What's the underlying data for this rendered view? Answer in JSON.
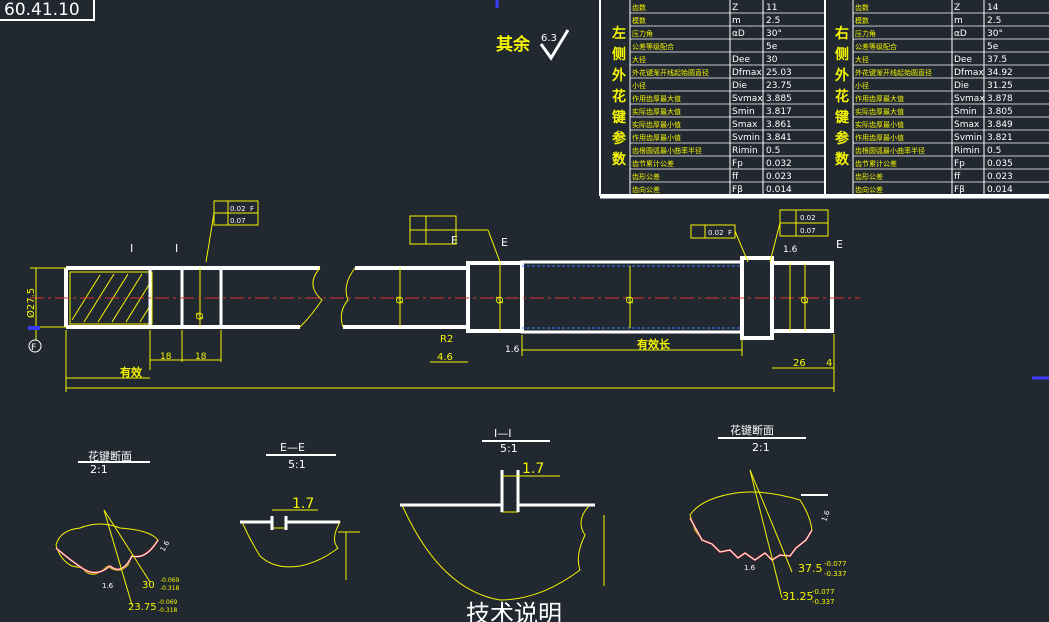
{
  "drawing_number": "60.41.10",
  "roughness": {
    "label": "其余",
    "value": "6.3"
  },
  "left_table": {
    "title_chars": [
      "左",
      "侧",
      "外",
      "花",
      "键",
      "参",
      "数"
    ],
    "rows": [
      {
        "name": "齿数",
        "sym": "Z",
        "val": "11"
      },
      {
        "name": "模数",
        "sym": "m",
        "val": "2.5"
      },
      {
        "name": "压力角",
        "sym": "αD",
        "val": "30°"
      },
      {
        "name": "公差等级配合",
        "sym": "",
        "val": "5e"
      },
      {
        "name": "大径",
        "sym": "Dee",
        "val": "30"
      },
      {
        "name": "外花键渐开线起始圆直径",
        "sym": "Dfmax",
        "val": "25.03"
      },
      {
        "name": "小径",
        "sym": "Die",
        "val": "23.75"
      },
      {
        "name": "作用齿厚最大值",
        "sym": "Svmax",
        "val": "3.885"
      },
      {
        "name": "实际齿厚最大值",
        "sym": "Smin",
        "val": "3.817"
      },
      {
        "name": "实际齿厚最小值",
        "sym": "Smax",
        "val": "3.861"
      },
      {
        "name": "作用齿厚最小值",
        "sym": "Svmin",
        "val": "3.841"
      },
      {
        "name": "齿根圆弧最小曲率半径",
        "sym": "Rimin",
        "val": "0.5"
      },
      {
        "name": "齿节累计公差",
        "sym": "Fp",
        "val": "0.032"
      },
      {
        "name": "齿形公差",
        "sym": "ff",
        "val": "0.023"
      },
      {
        "name": "齿向公差",
        "sym": "Fβ",
        "val": "0.014"
      }
    ]
  },
  "right_table": {
    "title_chars": [
      "右",
      "侧",
      "外",
      "花",
      "键",
      "参",
      "数"
    ],
    "rows": [
      {
        "name": "齿数",
        "sym": "Z",
        "val": "14"
      },
      {
        "name": "模数",
        "sym": "m",
        "val": "2.5"
      },
      {
        "name": "压力角",
        "sym": "αD",
        "val": "30°"
      },
      {
        "name": "公差等级配合",
        "sym": "",
        "val": "5e"
      },
      {
        "name": "大径",
        "sym": "Dee",
        "val": "37.5"
      },
      {
        "name": "外花键渐开线起始圆直径",
        "sym": "Dfmax",
        "val": "34.92"
      },
      {
        "name": "小径",
        "sym": "Die",
        "val": "31.25"
      },
      {
        "name": "作用齿厚最大值",
        "sym": "Svmax",
        "val": "3.878"
      },
      {
        "name": "实际齿厚最大值",
        "sym": "Smin",
        "val": "3.805"
      },
      {
        "name": "实际齿厚最小值",
        "sym": "Smax",
        "val": "3.849"
      },
      {
        "name": "作用齿厚最小值",
        "sym": "Svmin",
        "val": "3.821"
      },
      {
        "name": "齿根圆弧最小曲率半径",
        "sym": "Rimin",
        "val": "0.5"
      },
      {
        "name": "齿节累计公差",
        "sym": "Fp",
        "val": "0.035"
      },
      {
        "name": "齿形公差",
        "sym": "ff",
        "val": "0.023"
      },
      {
        "name": "齿向公差",
        "sym": "Fβ",
        "val": "0.014"
      }
    ]
  },
  "shaft": {
    "dia_label": "Ø27.5",
    "phi": "Ø",
    "dims": [
      "有效",
      "18",
      "18",
      "4.6",
      "有效长",
      "26",
      "4"
    ],
    "radius": "R2",
    "rough_1_6": "1.6",
    "section_marks": [
      "I",
      "I",
      "E",
      "E",
      "E"
    ],
    "tolerance_values": [
      "0.02",
      "0.07",
      "0.02",
      "0.02",
      "0.07"
    ],
    "datum": "F",
    "datum_letter_bottom": "F"
  },
  "sections": [
    {
      "title": "花键断面",
      "scale": "2:1",
      "dims": [
        "30",
        "23.75"
      ],
      "tol": [
        "-0.069",
        "-0.318"
      ],
      "small": [
        "1.6",
        "1.6"
      ]
    },
    {
      "title": "E—E",
      "scale": "5:1",
      "dims": [
        "1.7"
      ]
    },
    {
      "title": "I—I",
      "scale": "5:1",
      "dims": [
        "1.7"
      ]
    },
    {
      "title": "花键断面",
      "scale": "2:1",
      "dims": [
        "37.5",
        "31.25"
      ],
      "tol": [
        "-0.077",
        "-0.337"
      ],
      "small": [
        "1.6",
        "1.6"
      ]
    }
  ],
  "footer_title": "技术说明"
}
